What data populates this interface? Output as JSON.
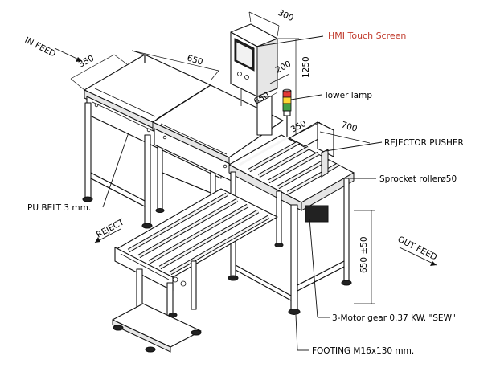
{
  "labels": {
    "hmi": "HMI Touch Screen",
    "tower_lamp": "Tower lamp",
    "rejector_pusher": "REJECTOR PUSHER",
    "sprocket_roller": "Sprocket rollerø50",
    "pu_belt": "PU BELT 3 mm.",
    "reject": "REJECT",
    "out_feed": "OUT FEED",
    "in_feed": "IN FEED",
    "motor_gear": "3-Motor gear 0.37 KW. \"SEW\"",
    "footing": "FOOTING M16x130 mm."
  },
  "dimensions": {
    "d300": "300",
    "d200": "200",
    "d1250": "1250",
    "d650_belt": "650",
    "d350_in": "350",
    "d650_depth": "650",
    "d350_rej": "350",
    "d700": "700",
    "d650_height": "650 ±50"
  },
  "colors": {
    "lamp_red": "#e53935",
    "lamp_yellow": "#fdd835",
    "lamp_green": "#43a047",
    "hmi_label": "#c0392b"
  }
}
